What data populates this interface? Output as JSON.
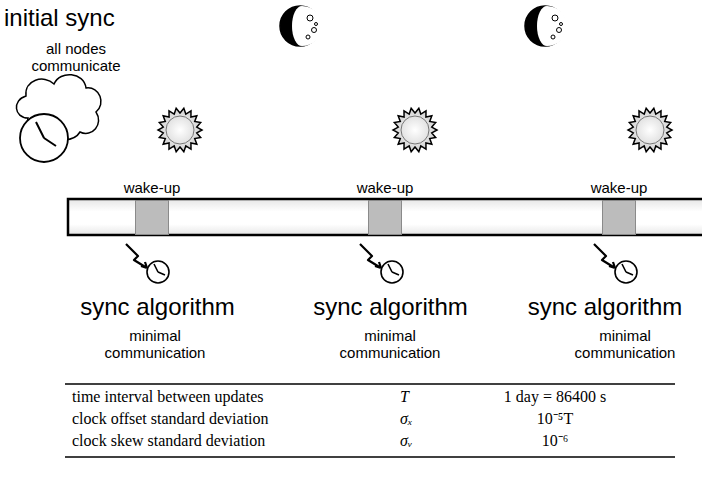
{
  "diagram": {
    "nodes": [
      {
        "text": [
          "wake-up"
        ]
      },
      {
        "text": [
          "wake-up"
        ]
      },
      {
        "text": [
          "wake-up"
        ]
      }
    ],
    "labels": [
      "initial sync",
      "all nodes communicate",
      "sync algorithm",
      "minimal communication",
      "sync algorithm",
      "minimal communication",
      "sync algorithm",
      "minimal communication",
      "time interval between updates",
      "T",
      "1 day = 86400 s",
      "clock offset standard deviation",
      "σₓ",
      "10⁻⁵T",
      "clock skew standard deviation",
      "σᵥ",
      "10⁻⁶"
    ]
  }
}
